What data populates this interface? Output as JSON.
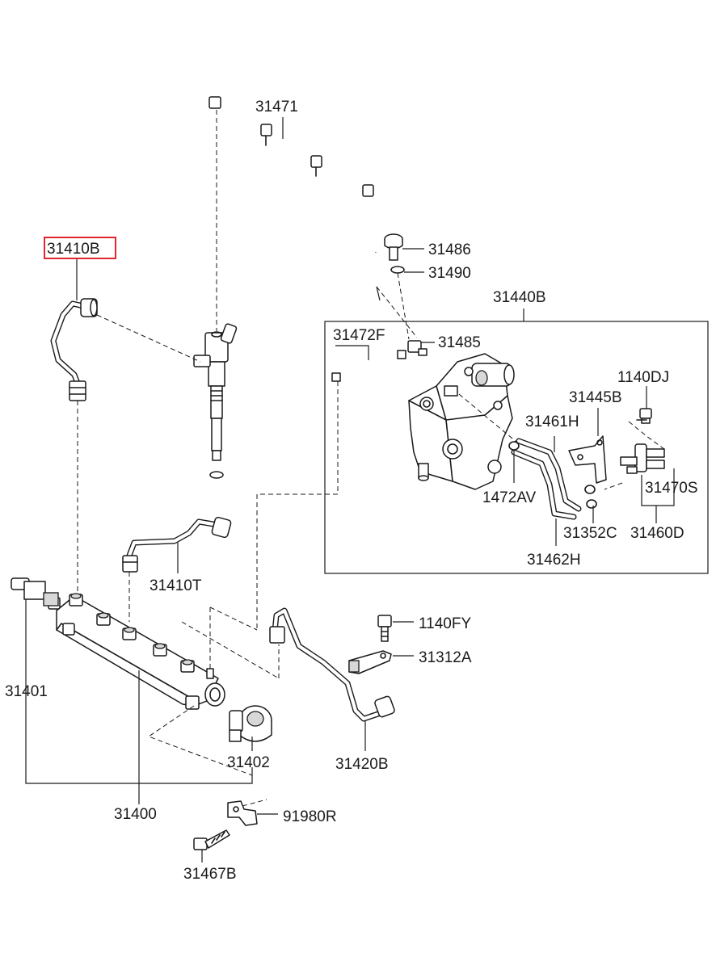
{
  "diagram": {
    "highlight_color": "#e0262f",
    "highlighted_part": "31410B",
    "parts": {
      "p31471": "31471",
      "p31486": "31486",
      "p31490": "31490",
      "p31440B": "31440B",
      "p31410B": "31410B",
      "p31472F": "31472F",
      "p31485": "31485",
      "p1140DJ": "1140DJ",
      "p31445B": "31445B",
      "p31461H": "31461H",
      "p31470S": "31470S",
      "p1472AV": "1472AV",
      "p31352C": "31352C",
      "p31460D": "31460D",
      "p31462H": "31462H",
      "p31410T": "31410T",
      "p1140FY": "1140FY",
      "p31312A": "31312A",
      "p31401": "31401",
      "p31402": "31402",
      "p31420B": "31420B",
      "p31400": "31400",
      "p91980R": "91980R",
      "p31467B": "31467B"
    }
  }
}
